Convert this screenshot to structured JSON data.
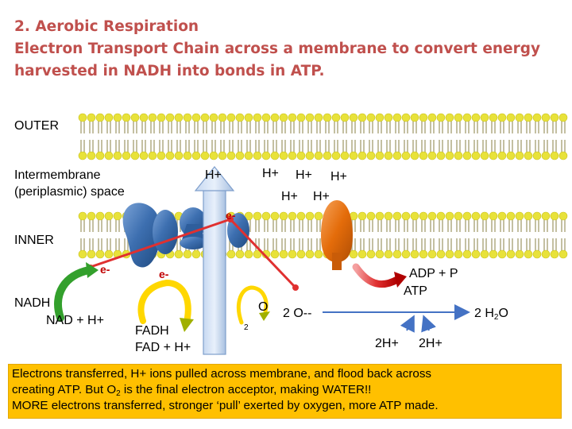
{
  "title": {
    "line1": "2.  Aerobic Respiration",
    "line2": "Electron Transport Chain across a membrane to convert energy",
    "line3": "harvested in NADH into bonds in ATP."
  },
  "labels": {
    "outer": "OUTER",
    "intermembrane_line1": "Intermembrane",
    "intermembrane_line2": "(periplasmic) space",
    "inner": "INNER",
    "hplus": [
      "H+",
      "H+",
      "H+",
      "H+",
      "H+",
      "H+"
    ],
    "electron_top": "e-",
    "electron_left": "e-",
    "electron_mid": "e-",
    "nadh": "NADH",
    "nad": "NAD + H+",
    "fadh": "FADH",
    "fad": "FAD +   H+",
    "oxygen": "O",
    "oxygen_count": "2",
    "two_o": "2 O--",
    "adp": "ADP + P",
    "atp": "ATP",
    "two_h2o_pre": "2 H",
    "two_h2o_sub": "2",
    "two_h2o_post": "O",
    "two_h_left": "2H+",
    "two_h_right": "2H+"
  },
  "caption": {
    "line1": "Electrons transferred, H+ ions pulled across membrane, and flood back across",
    "line2_pre": "creating ATP.  But O",
    "line2_sub": "2",
    "line2_post": " is the final electron acceptor, making WATER!!",
    "line3": "MORE electrons transferred, stronger ‘pull’ exerted by oxygen, more ATP made."
  },
  "colors": {
    "title": "#c0504d",
    "lipid_head": "#e8e23a",
    "lipid_tail": "#b5b08a",
    "protein_blue": "#3d6fb0",
    "atp_synthase": "#e46c0a",
    "electron_arrow": "#c00000",
    "caption_bg": "#ffc000"
  }
}
